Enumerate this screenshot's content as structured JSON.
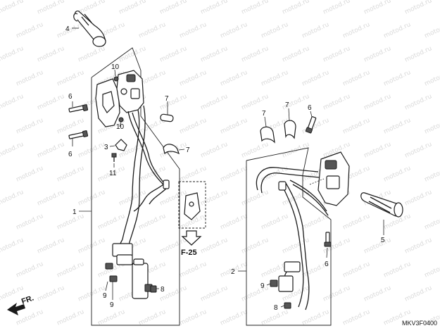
{
  "watermark_text": "motod.ru",
  "diagram_code": "MKV3F0400",
  "direction_label": "FR.",
  "reference_label": "F-25",
  "callouts": {
    "c1": "1",
    "c2": "2",
    "c3": "3",
    "c4": "4",
    "c5": "5",
    "c6a": "6",
    "c6b": "6",
    "c6c": "6",
    "c6d": "6",
    "c7a": "7",
    "c7b": "7",
    "c7c": "7",
    "c8a": "8",
    "c8b": "8",
    "c9a": "9",
    "c9b": "9",
    "c9c": "9",
    "c10a": "10",
    "c10b": "10",
    "c11": "11"
  }
}
